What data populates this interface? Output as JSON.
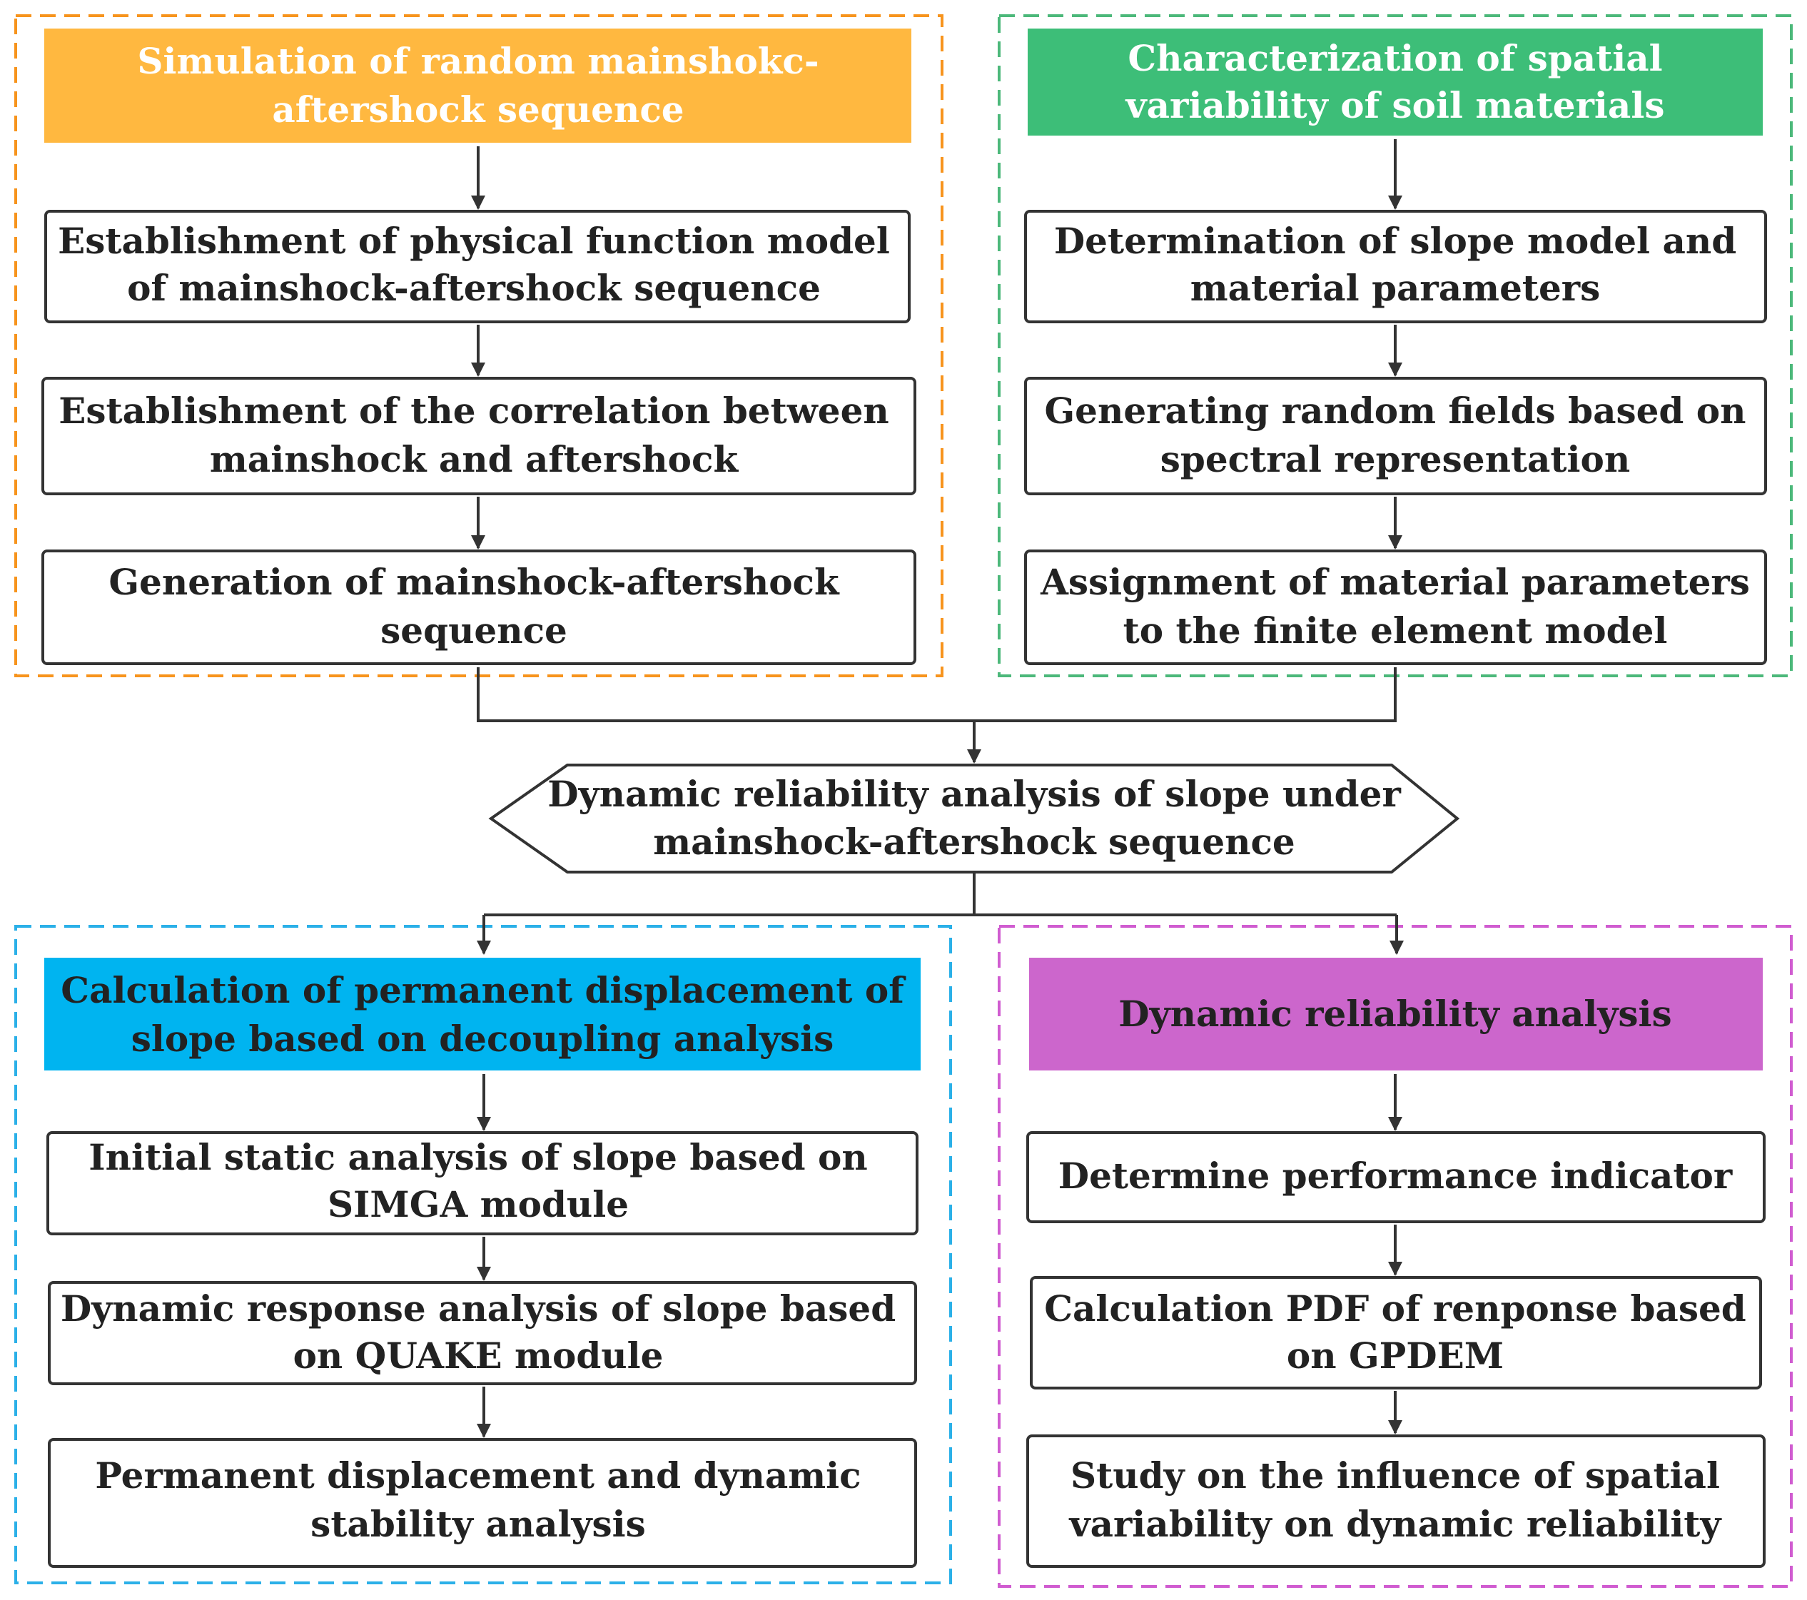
{
  "colors": {
    "orange": "#FFB840",
    "orange_border": "#F7941D",
    "green": "#3DBE78",
    "green_border": "#4CB87A",
    "cyan": "#00B4F0",
    "cyan_border": "#2BB0E8",
    "purple": "#CC66CC",
    "purple_border": "#D05CD0",
    "box_border": "#333333",
    "arrow": "#333333",
    "header_text": "#FFFFFF",
    "body_text": "#222222"
  },
  "groups": {
    "top_left": {
      "header": {
        "line1": "Simulation of random mainshokc-",
        "line2": "aftershock sequence"
      },
      "steps": [
        {
          "line1": "Establishment of physical function model",
          "line2": "of mainshock-aftershock sequence"
        },
        {
          "line1": "Establishment of the correlation between",
          "line2": "mainshock and aftershock"
        },
        {
          "line1": "Generation of mainshock-aftershock",
          "line2": "sequence"
        }
      ]
    },
    "top_right": {
      "header": {
        "line1": "Characterization of spatial",
        "line2": "variability of soil materials"
      },
      "steps": [
        {
          "line1": "Determination of slope model and",
          "line2": "material parameters"
        },
        {
          "line1": "Generating random fields based on",
          "line2": "spectral representation"
        },
        {
          "line1": "Assignment of material parameters",
          "line2": "to the finite element model"
        }
      ]
    },
    "bottom_left": {
      "header": {
        "line1": "Calculation of permanent displacement of",
        "line2": "slope based on decoupling analysis"
      },
      "steps": [
        {
          "line1": "Initial static analysis of slope based on",
          "line2": "SIMGA module"
        },
        {
          "line1": "Dynamic response analysis of slope based",
          "line2": "on QUAKE module"
        },
        {
          "line1": "Permanent displacement and dynamic",
          "line2": "stability analysis"
        }
      ]
    },
    "bottom_right": {
      "header": {
        "line1": "Dynamic reliability analysis",
        "line2": ""
      },
      "steps": [
        {
          "line1": "Determine performance indicator",
          "line2": ""
        },
        {
          "line1": "Calculation PDF of renponse based",
          "line2": "on GPDEM"
        },
        {
          "line1": "Study on the influence of spatial",
          "line2": "variability on dynamic reliability"
        }
      ]
    }
  },
  "center": {
    "line1": "Dynamic reliability analysis of  slope under",
    "line2": "mainshock-aftershock sequence"
  }
}
